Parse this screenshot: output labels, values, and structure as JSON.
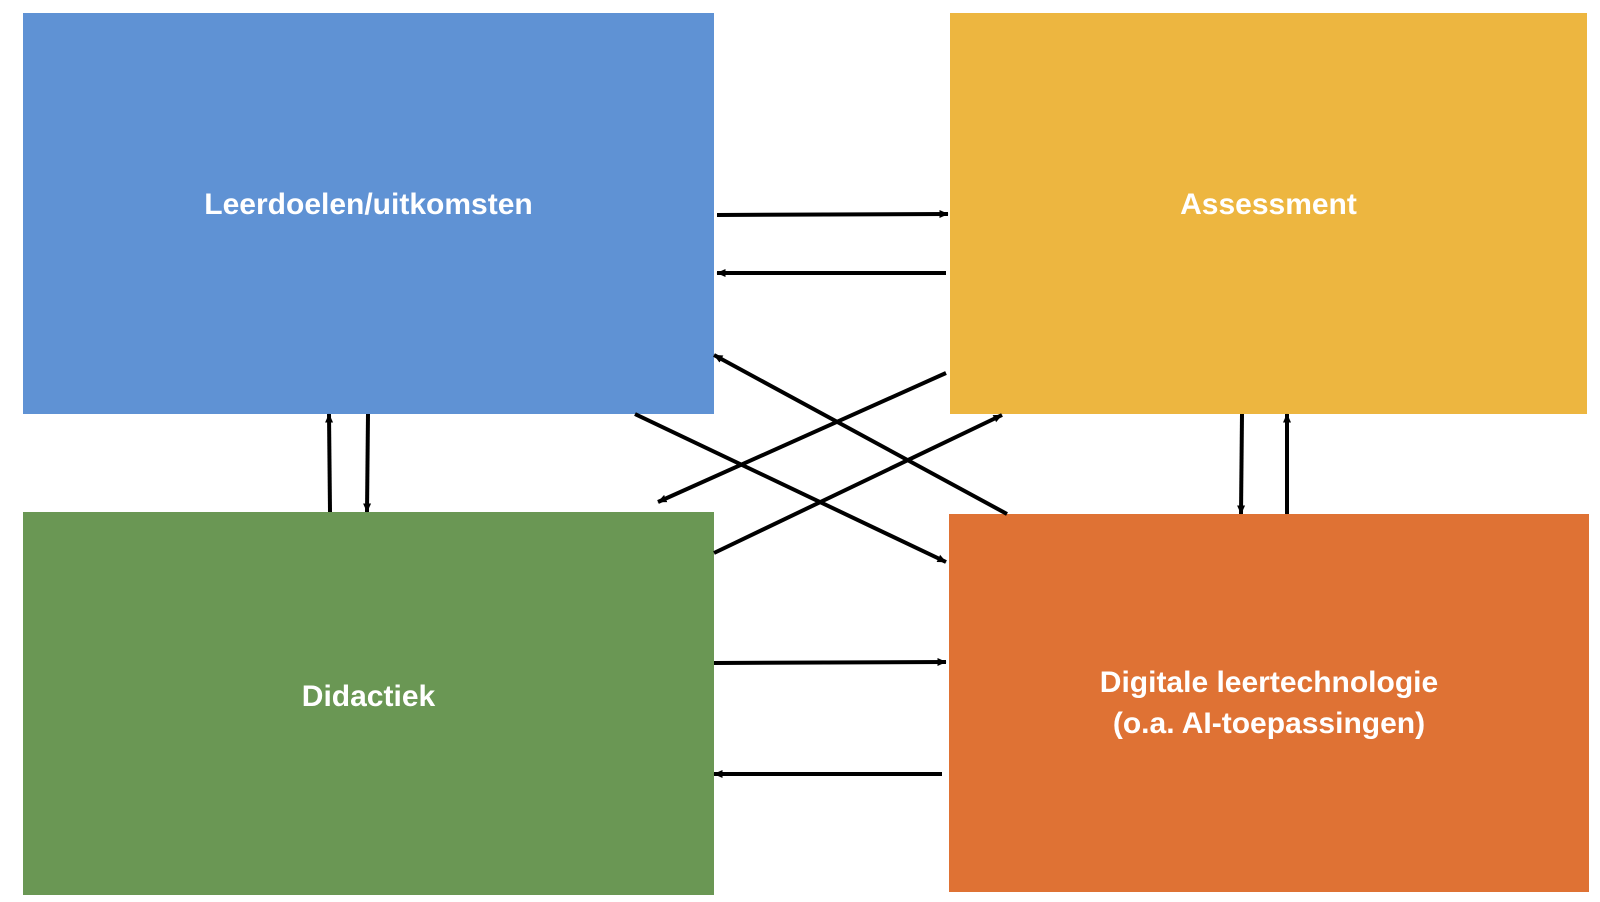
{
  "boxes": {
    "leerdoelen": {
      "label": "Leerdoelen/uitkomsten",
      "color": "#5f92d4"
    },
    "assessment": {
      "label": "Assessment",
      "color": "#edb640"
    },
    "didactiek": {
      "label": "Didactiek",
      "color": "#6a9754"
    },
    "digitaal": {
      "label_line1": "Digitale leertechnologie",
      "label_line2": "(o.a. AI-toepassingen)",
      "color": "#df7234"
    }
  },
  "arrows": [
    {
      "from": "leerdoelen",
      "to": "assessment"
    },
    {
      "from": "assessment",
      "to": "leerdoelen"
    },
    {
      "from": "leerdoelen",
      "to": "didactiek"
    },
    {
      "from": "didactiek",
      "to": "leerdoelen"
    },
    {
      "from": "assessment",
      "to": "digitaal"
    },
    {
      "from": "digitaal",
      "to": "assessment"
    },
    {
      "from": "didactiek",
      "to": "digitaal"
    },
    {
      "from": "digitaal",
      "to": "didactiek"
    },
    {
      "from": "leerdoelen",
      "to": "digitaal"
    },
    {
      "from": "digitaal",
      "to": "leerdoelen"
    },
    {
      "from": "assessment",
      "to": "didactiek"
    },
    {
      "from": "didactiek",
      "to": "assessment"
    }
  ],
  "arrow_color": "#000000"
}
